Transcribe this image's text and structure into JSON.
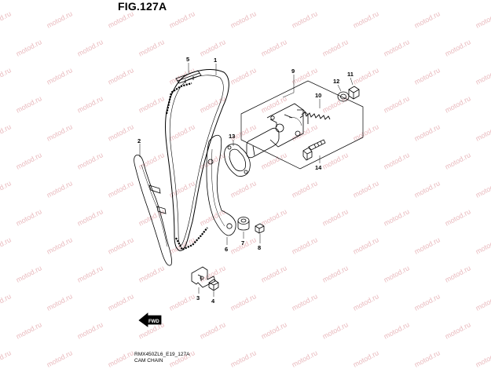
{
  "figure": {
    "title": "FIG.127A"
  },
  "footer": {
    "model_code": "RMX450ZL6_E19_127A",
    "description": "CAM CHAIN"
  },
  "watermark": {
    "text": "motod.ru",
    "color": "#e9b9bd"
  },
  "direction_badge": {
    "text": "FWD"
  },
  "callouts": [
    {
      "id": "1",
      "name": "cam-chain"
    },
    {
      "id": "2",
      "name": "chain-guide-front"
    },
    {
      "id": "3",
      "name": "guide-bracket"
    },
    {
      "id": "4",
      "name": "bracket-bolt"
    },
    {
      "id": "5",
      "name": "top-guide"
    },
    {
      "id": "6",
      "name": "tensioner-slipper"
    },
    {
      "id": "7",
      "name": "slipper-collar"
    },
    {
      "id": "8",
      "name": "slipper-bolt"
    },
    {
      "id": "9",
      "name": "tensioner-assembly"
    },
    {
      "id": "10",
      "name": "tensioner-spring"
    },
    {
      "id": "11",
      "name": "tensioner-cap-bolt"
    },
    {
      "id": "12",
      "name": "gasket-washer"
    },
    {
      "id": "13",
      "name": "tensioner-gasket"
    },
    {
      "id": "14",
      "name": "tensioner-mount-bolt"
    }
  ]
}
